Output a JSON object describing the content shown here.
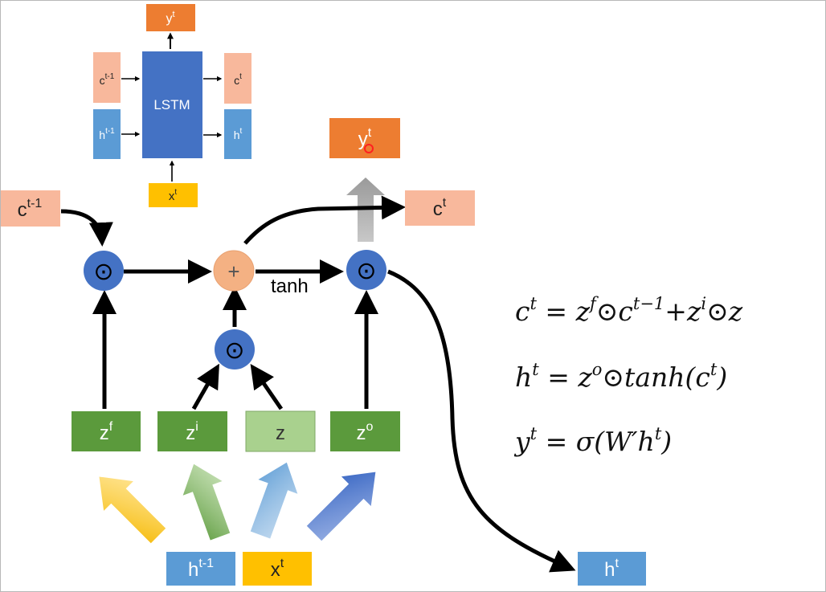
{
  "colors": {
    "cell_state": "#f8b89c",
    "hidden": "#5b9bd5",
    "input": "#ffc000",
    "output": "#ed7d31",
    "gate": "#5b9a3c",
    "gate_z": "#a9d18e",
    "lstm_block": "#4472c4",
    "op_circle": "#4472c4",
    "add_circle": "#f4b183"
  },
  "mini": {
    "block_label": "LSTM",
    "y": {
      "base": "y",
      "sup": "t"
    },
    "c_in": {
      "base": "c",
      "sup": "t-1"
    },
    "h_in": {
      "base": "h",
      "sup": "t-1"
    },
    "c_out": {
      "base": "c",
      "sup": "t"
    },
    "h_out": {
      "base": "h",
      "sup": "t"
    },
    "x": {
      "base": "x",
      "sup": "t"
    }
  },
  "main": {
    "c_prev": {
      "base": "c",
      "sup": "t-1"
    },
    "c_next": {
      "base": "c",
      "sup": "t"
    },
    "y": {
      "base": "y",
      "sup": "t"
    },
    "h_next": {
      "base": "h",
      "sup": "t"
    },
    "h_prev": {
      "base": "h",
      "sup": "t-1"
    },
    "x": {
      "base": "x",
      "sup": "t"
    },
    "tanh": "tanh",
    "mult_symbol": "⊙",
    "add_symbol": "+",
    "gates": {
      "forget": {
        "base": "z",
        "sup": "f"
      },
      "input": {
        "base": "z",
        "sup": "i"
      },
      "candidate": {
        "base": "z",
        "sup": ""
      },
      "output": {
        "base": "z",
        "sup": "o"
      }
    }
  },
  "equations": {
    "eq1": {
      "p1": "c",
      "s1": "t",
      "p2": " = z",
      "s2": "f",
      "p3": "⊙c",
      "s3": "t−1",
      "p4": "+z",
      "s4": "i",
      "p5": "⊙z"
    },
    "eq2": {
      "p1": "h",
      "s1": "t",
      "p2": " = z",
      "s2": "o",
      "p3": "⊙tanh(c",
      "s3": "t",
      "p4": ")"
    },
    "eq3": {
      "p1": "y",
      "s1": "t",
      "p2": " = σ(W′h",
      "s2": "t",
      "p3": ")"
    }
  }
}
